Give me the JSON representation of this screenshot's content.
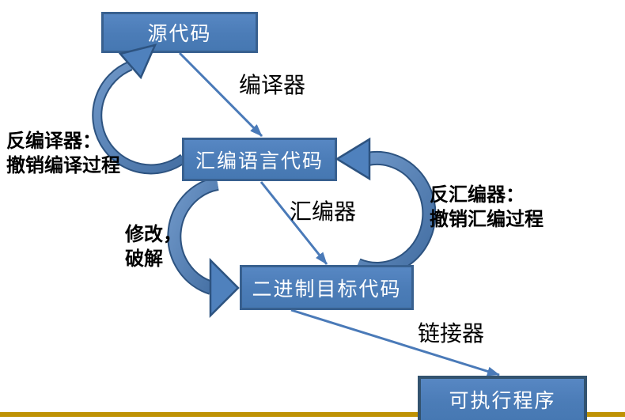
{
  "diagram": {
    "nodes": [
      {
        "id": "source",
        "label": "源代码"
      },
      {
        "id": "assembly",
        "label": "汇编语言代码"
      },
      {
        "id": "binary",
        "label": "二进制目标代码"
      },
      {
        "id": "executable",
        "label": "可执行程序"
      }
    ],
    "edges": [
      {
        "id": "compile",
        "label": "编译器",
        "from": "source",
        "to": "assembly"
      },
      {
        "id": "assemble",
        "label": "汇编器",
        "from": "assembly",
        "to": "binary"
      },
      {
        "id": "link",
        "label": "链接器",
        "from": "binary",
        "to": "executable"
      }
    ],
    "reverse_arrows": [
      {
        "id": "decompile",
        "from": "assembly",
        "to": "source"
      },
      {
        "id": "disassemble",
        "from": "binary",
        "to": "assembly"
      },
      {
        "id": "patch",
        "from": "assembly",
        "to": "binary"
      }
    ],
    "annotations": [
      {
        "id": "decompiler",
        "line1": "反编译器：",
        "line2": "撤销编译过程"
      },
      {
        "id": "disassembler",
        "line1": "反汇编器：",
        "line2": "撤销汇编过程"
      },
      {
        "id": "crack",
        "line1": "修改，",
        "line2": "破解"
      }
    ]
  },
  "colors": {
    "node_fill": "#4f81bd",
    "node_border": "#38608f",
    "arrow_line": "#4a7ab8",
    "curve_fill": "#4f81bd",
    "curve_outline": "#2d5380",
    "accent_line": "#bf9204",
    "node_text": "#ffffff",
    "label_text": "#000000"
  }
}
